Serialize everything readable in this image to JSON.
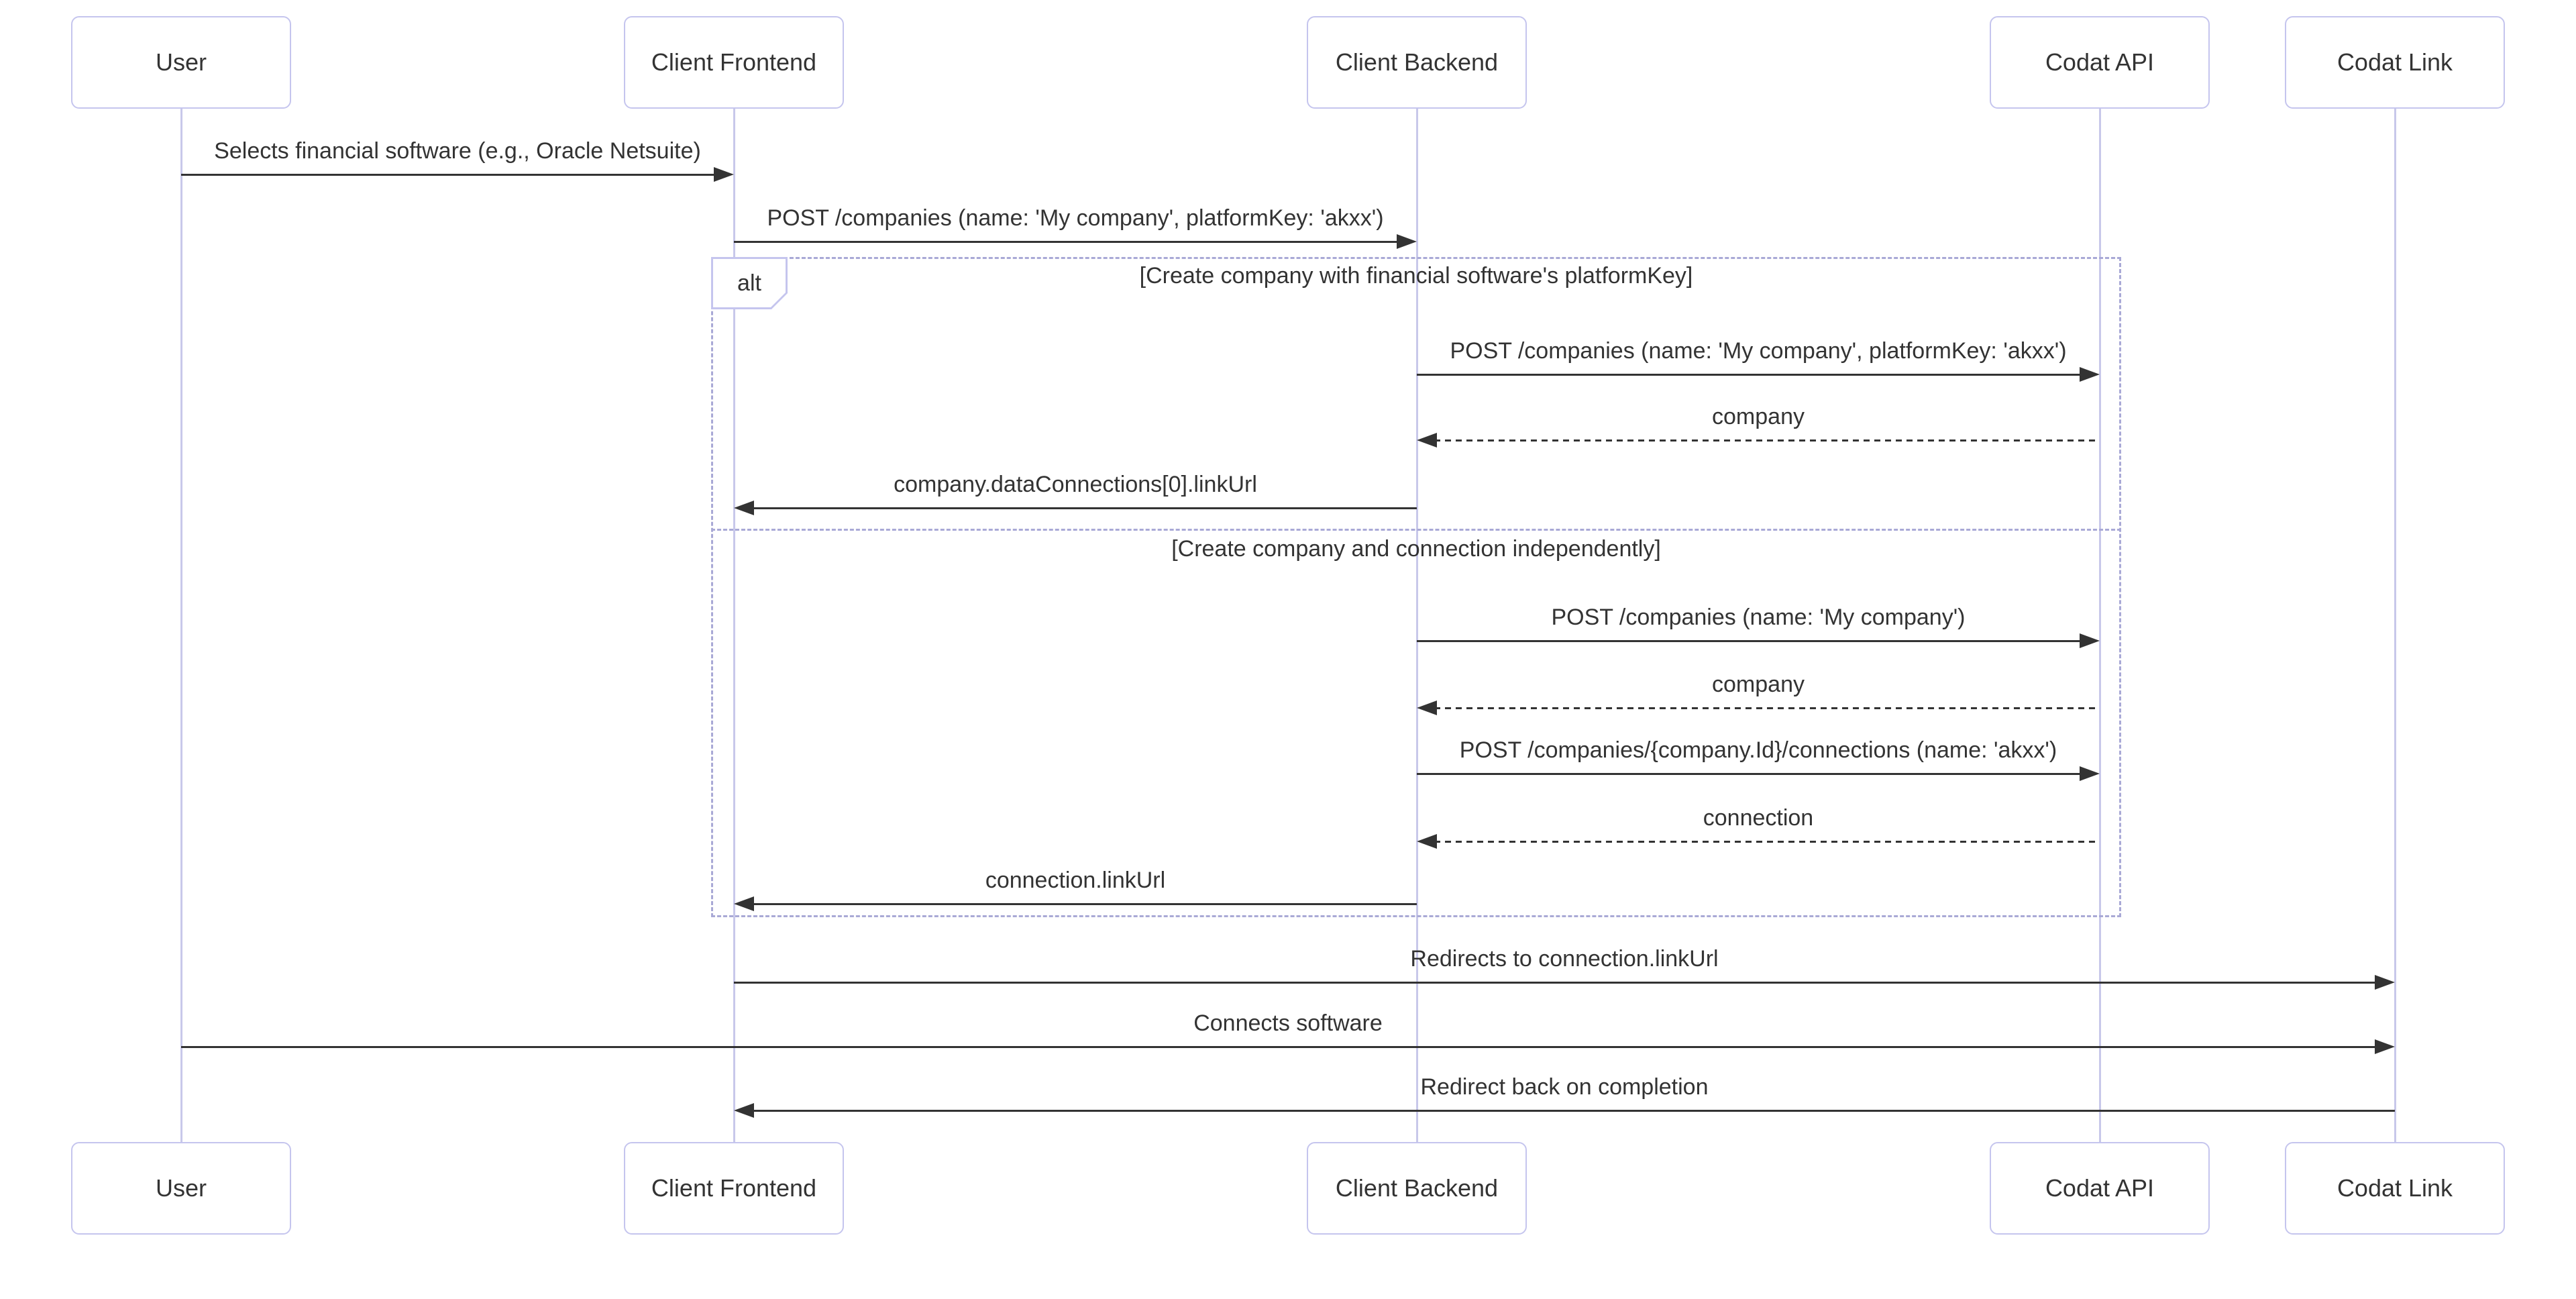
{
  "diagram": {
    "type": "sequence",
    "actors": [
      {
        "name": "User"
      },
      {
        "name": "Client Frontend"
      },
      {
        "name": "Client Backend"
      },
      {
        "name": "Codat API"
      },
      {
        "name": "Codat Link"
      }
    ],
    "alt_block": {
      "label": "alt",
      "sections": [
        {
          "condition": "[Create company with financial software's platformKey]"
        },
        {
          "condition": "[Create company and connection independently]"
        }
      ]
    },
    "messages": [
      {
        "from": "User",
        "to": "Client Frontend",
        "label": "Selects financial software (e.g., Oracle Netsuite)",
        "line": "solid"
      },
      {
        "from": "Client Frontend",
        "to": "Client Backend",
        "label": "POST /companies (name: 'My company', platformKey: 'akxx')",
        "line": "solid"
      },
      {
        "from": "Client Backend",
        "to": "Codat API",
        "label": "POST /companies (name: 'My company', platformKey: 'akxx')",
        "line": "solid"
      },
      {
        "from": "Codat API",
        "to": "Client Backend",
        "label": "company",
        "line": "dashed"
      },
      {
        "from": "Client Backend",
        "to": "Client Frontend",
        "label": "company.dataConnections[0].linkUrl",
        "line": "solid"
      },
      {
        "from": "Client Backend",
        "to": "Codat API",
        "label": "POST /companies (name: 'My company')",
        "line": "solid"
      },
      {
        "from": "Codat API",
        "to": "Client Backend",
        "label": "company",
        "line": "dashed"
      },
      {
        "from": "Client Backend",
        "to": "Codat API",
        "label": "POST /companies/{company.Id}/connections (name: 'akxx')",
        "line": "solid"
      },
      {
        "from": "Codat API",
        "to": "Client Backend",
        "label": "connection",
        "line": "dashed"
      },
      {
        "from": "Client Backend",
        "to": "Client Frontend",
        "label": "connection.linkUrl",
        "line": "solid"
      },
      {
        "from": "Client Frontend",
        "to": "Codat Link",
        "label": "Redirects to connection.linkUrl",
        "line": "solid"
      },
      {
        "from": "User",
        "to": "Codat Link",
        "label": "Connects software",
        "line": "solid"
      },
      {
        "from": "Codat Link",
        "to": "Client Frontend",
        "label": "Redirect back on completion",
        "line": "solid"
      }
    ]
  },
  "colors": {
    "background": "#ffffff",
    "actor_border": "#c5c5ee",
    "lifeline": "#c8c8ea",
    "frame_border": "#a9a9d6",
    "text": "#333333",
    "arrow": "#333333"
  }
}
